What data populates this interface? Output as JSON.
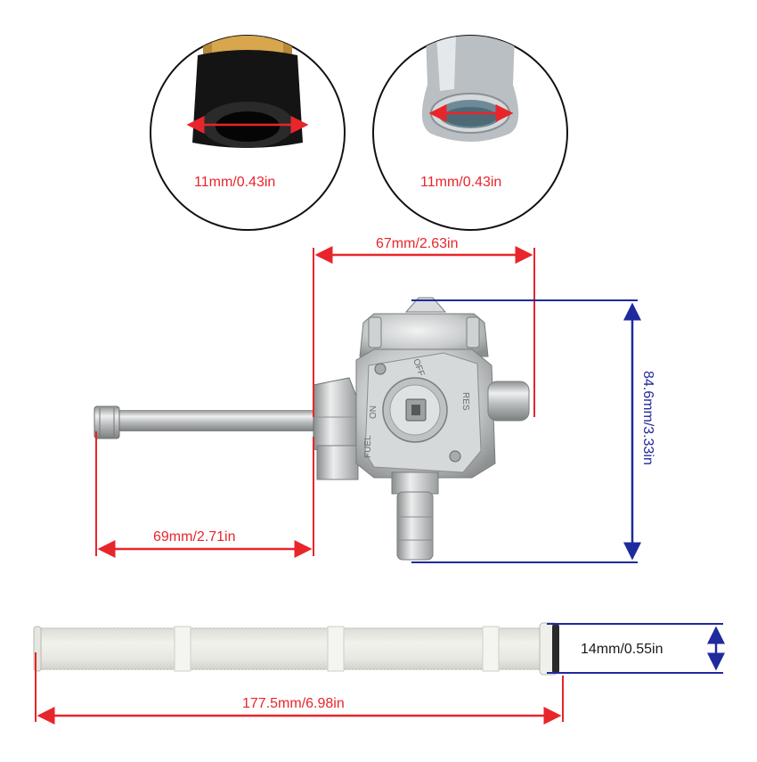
{
  "colors": {
    "dimension_red": "#e8252b",
    "dimension_blue": "#1f2a9c",
    "metal": "#c9cbcc",
    "rubber": "#1b1b1b"
  },
  "detail_circles": {
    "left": {
      "label": "11mm/0.43in"
    },
    "right": {
      "label": "11mm/0.43in"
    }
  },
  "valve": {
    "width_label": "67mm/2.63in",
    "height_label": "84.6mm/3.33in",
    "tube_label": "69mm/2.71in",
    "body_text": {
      "fuel": "FUEL",
      "on": "ON",
      "off": "OFF",
      "res": "RES"
    }
  },
  "filter": {
    "diameter_label": "14mm/0.55in",
    "length_label": "177.5mm/6.98in"
  }
}
